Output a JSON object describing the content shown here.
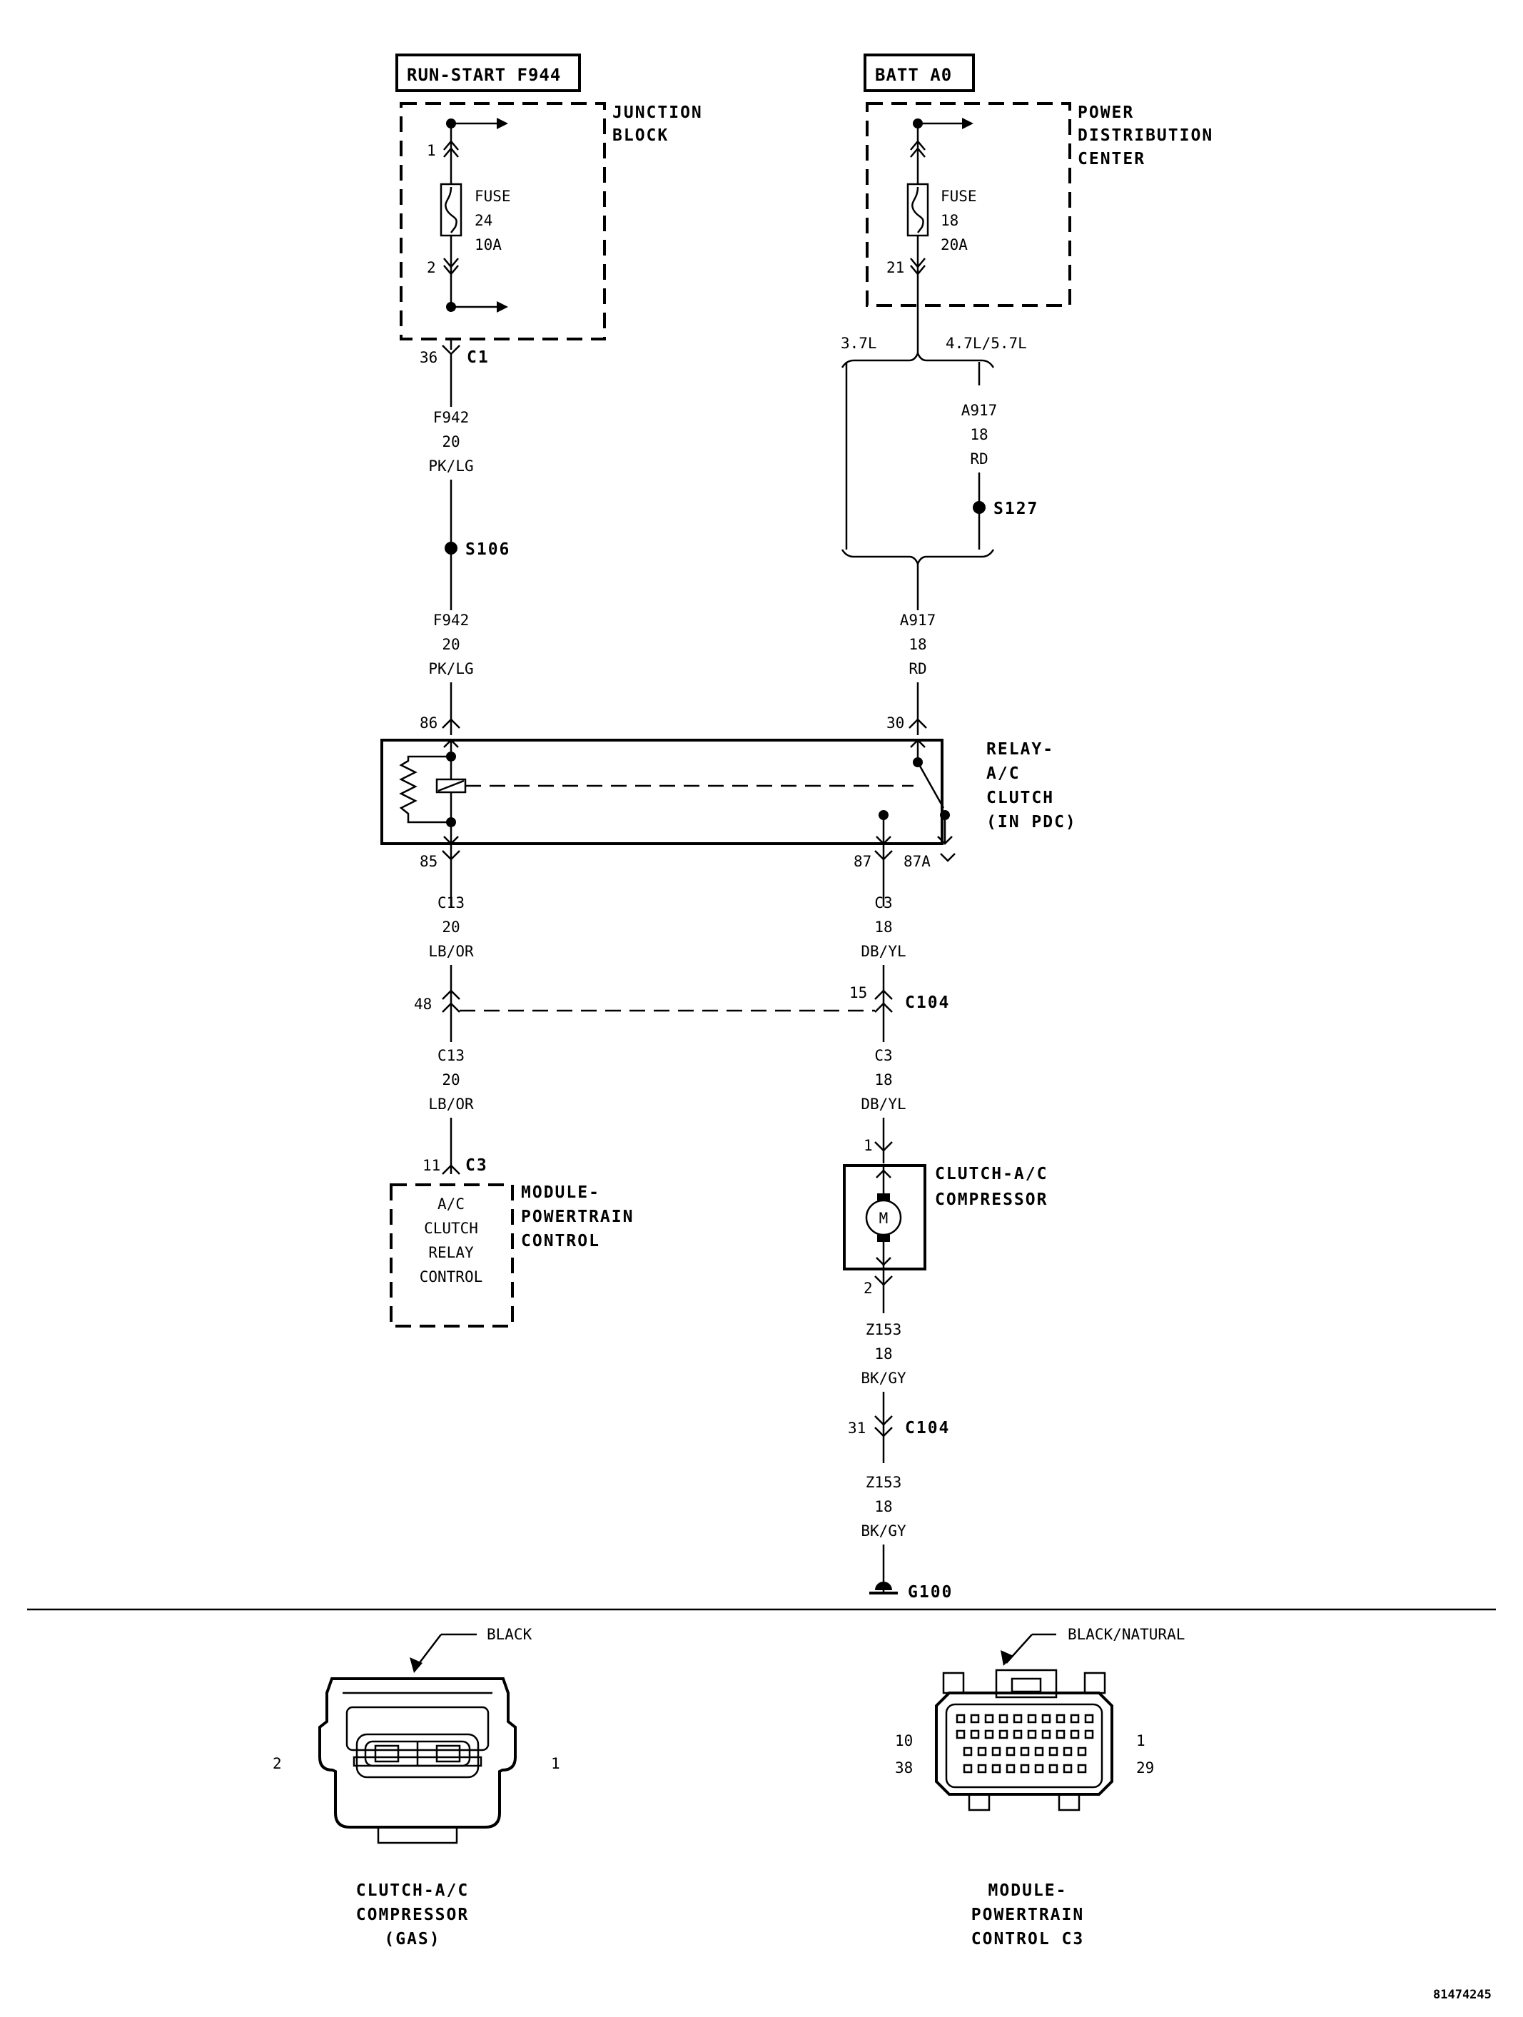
{
  "titles": {
    "run_start": "RUN-START F944",
    "batt": "BATT A0"
  },
  "components": {
    "junction_block": [
      "JUNCTION",
      "BLOCK"
    ],
    "pdc": [
      "POWER",
      "DISTRIBUTION",
      "CENTER"
    ],
    "relay": [
      "RELAY-",
      "A/C",
      "CLUTCH",
      "(IN PDC)"
    ],
    "module": [
      "MODULE-",
      "POWERTRAIN",
      "CONTROL"
    ],
    "module_inner": [
      "A/C",
      "CLUTCH",
      "RELAY",
      "CONTROL"
    ],
    "clutch": [
      "CLUTCH-A/C",
      "COMPRESSOR"
    ],
    "motor": "M"
  },
  "fuses": {
    "left": {
      "label": "FUSE",
      "number": "24",
      "rating": "10A",
      "pin_top": "1",
      "pin_bottom": "2"
    },
    "right": {
      "label": "FUSE",
      "number": "18",
      "rating": "20A",
      "pin_bottom": "21"
    }
  },
  "connectors": {
    "c1": {
      "name": "C1",
      "pin": "36"
    },
    "s106": "S106",
    "s127": "S127",
    "relay_pins": {
      "p86": "86",
      "p30": "30",
      "p85": "85",
      "p87": "87",
      "p87a": "87A"
    },
    "c104_top": {
      "name": "C104",
      "left_pin": "48",
      "right_pin": "15"
    },
    "c3": {
      "name": "C3",
      "pin": "11"
    },
    "clutch_pins": {
      "p1": "1",
      "p2": "2"
    },
    "c104_bottom": {
      "name": "C104",
      "pin": "31"
    },
    "ground": "G100"
  },
  "engine_options": {
    "left": "3.7L",
    "right": "4.7L/5.7L"
  },
  "wires": {
    "f942_a": [
      "F942",
      "20",
      "PK/LG"
    ],
    "f942_b": [
      "F942",
      "20",
      "PK/LG"
    ],
    "a917_a": [
      "A917",
      "18",
      "RD"
    ],
    "a917_b": [
      "A917",
      "18",
      "RD"
    ],
    "c13_a": [
      "C13",
      "20",
      "LB/OR"
    ],
    "c13_b": [
      "C13",
      "20",
      "LB/OR"
    ],
    "c3_a": [
      "C3",
      "18",
      "DB/YL"
    ],
    "c3_b": [
      "C3",
      "18",
      "DB/YL"
    ],
    "z153_a": [
      "Z153",
      "18",
      "BK/GY"
    ],
    "z153_b": [
      "Z153",
      "18",
      "BK/GY"
    ]
  },
  "connector_views": {
    "left": {
      "color_callout": "BLACK",
      "pin_left": "2",
      "pin_right": "1",
      "caption": [
        "CLUTCH-A/C",
        "COMPRESSOR",
        "(GAS)"
      ]
    },
    "right": {
      "color_callout": "BLACK/NATURAL",
      "pin_tl": "10",
      "pin_tr": "1",
      "pin_bl": "38",
      "pin_br": "29",
      "caption": [
        "MODULE-",
        "POWERTRAIN",
        "CONTROL C3"
      ]
    }
  },
  "figure_id": "81474245"
}
